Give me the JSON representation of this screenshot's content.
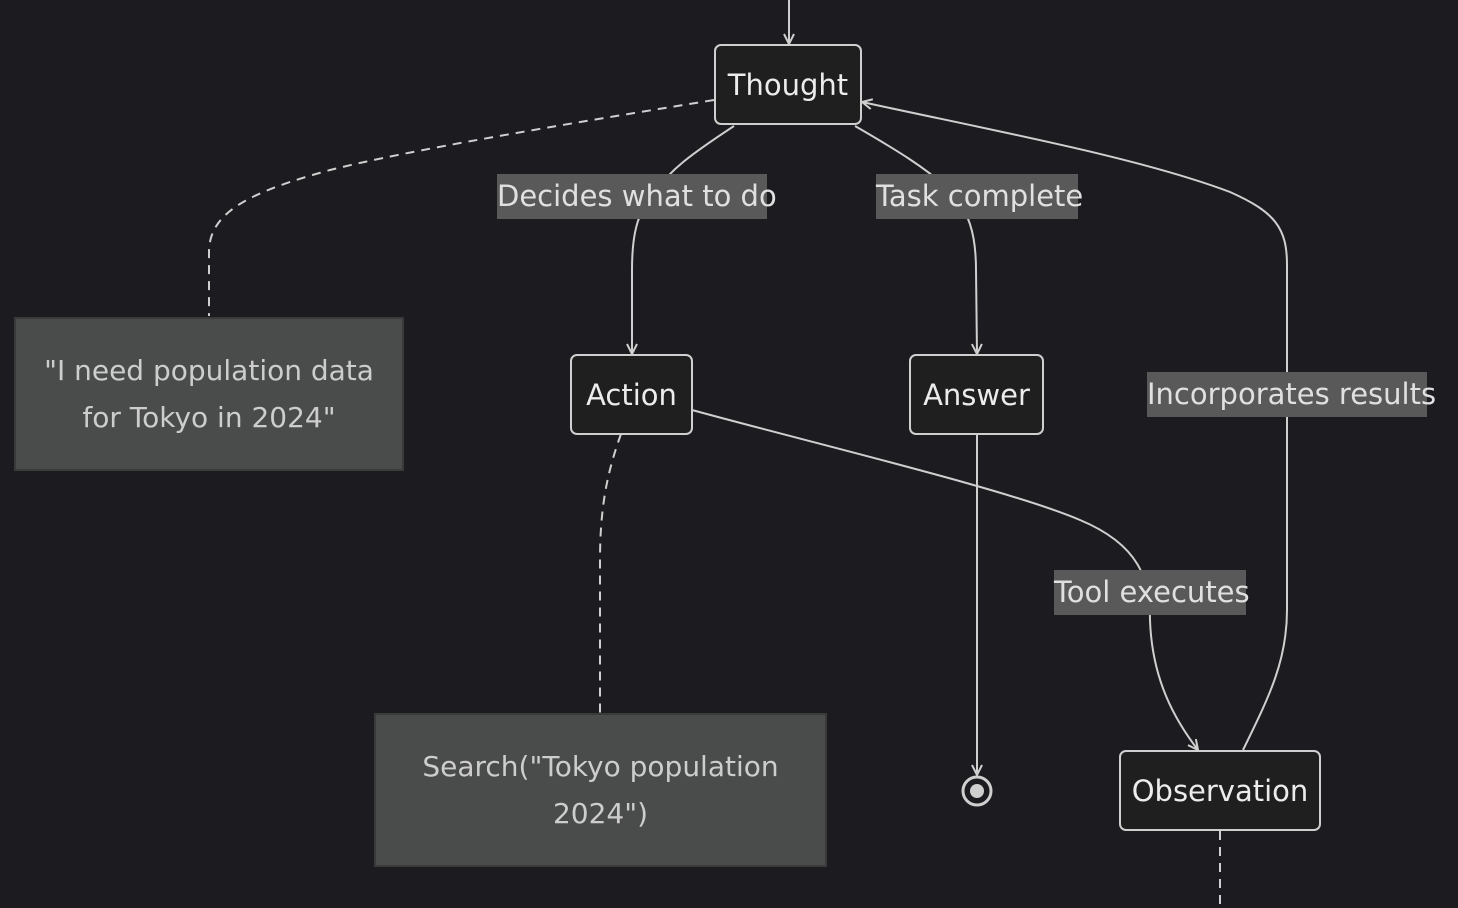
{
  "states": {
    "thought": "Thought",
    "action": "Action",
    "answer": "Answer",
    "observation": "Observation"
  },
  "notes": {
    "thought": "\"I need population data\nfor Tokyo in 2024\"",
    "action": "Search(\"Tokyo population\n2024\")"
  },
  "transitions": {
    "decides": "Decides what to do",
    "complete": "Task complete",
    "executes": "Tool executes",
    "incorporates": "Incorporates results"
  },
  "colors": {
    "background": "#1c1c20",
    "state_fill": "#1f1f1f",
    "state_border": "#cfcfcf",
    "note_fill": "#4a4b4b",
    "label_fill": "#595959",
    "line": "#cfcfcf"
  }
}
